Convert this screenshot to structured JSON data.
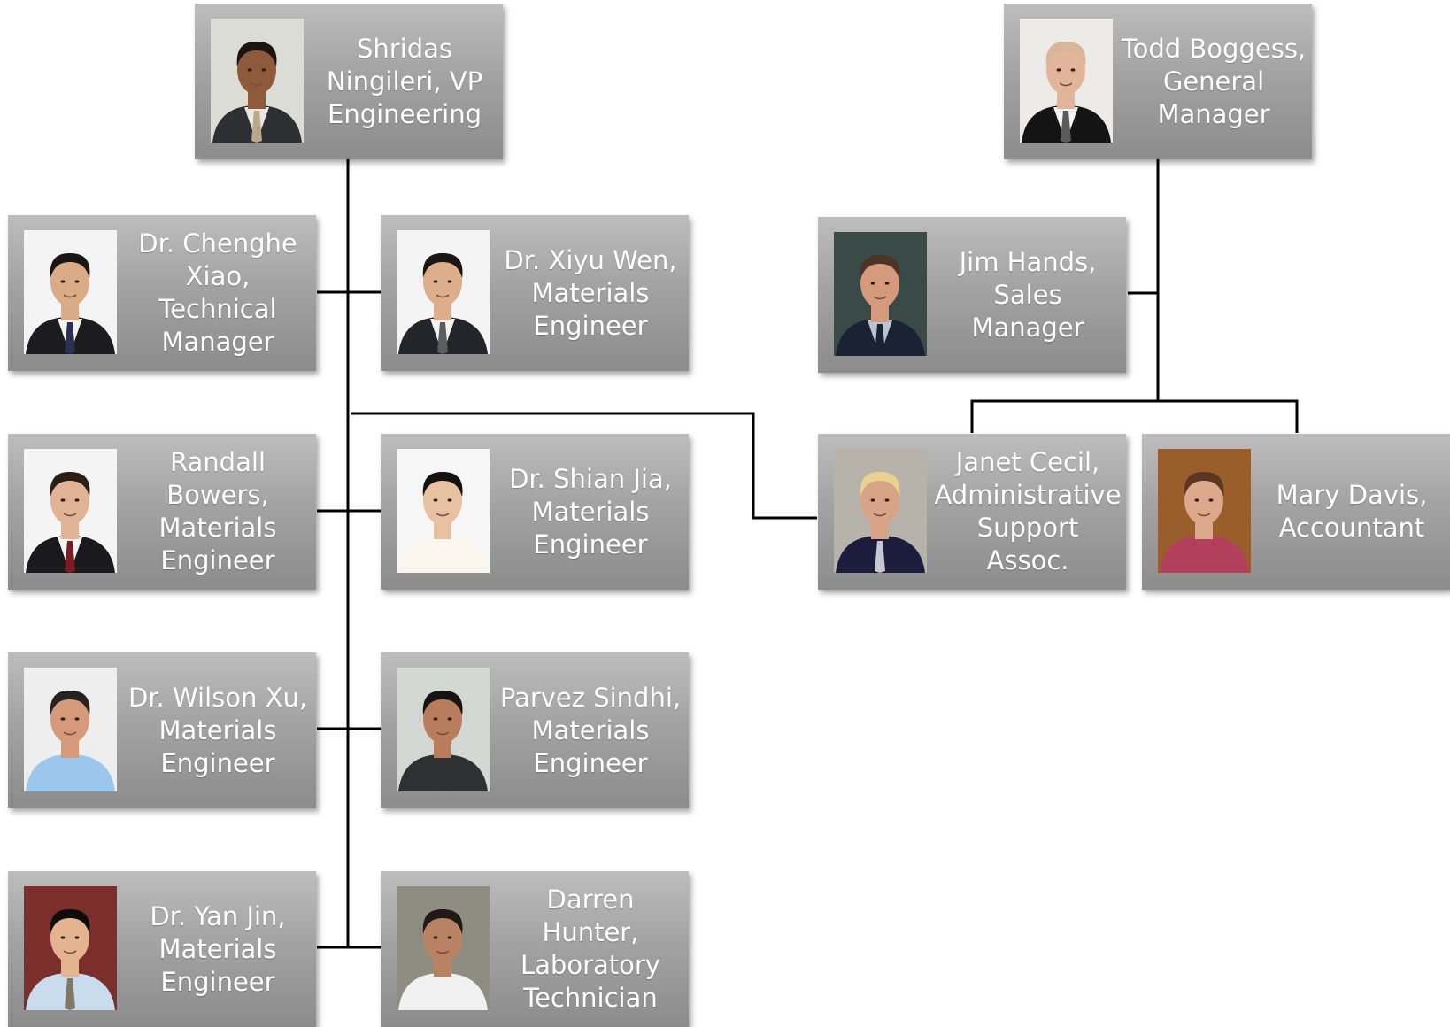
{
  "people": {
    "ningileri": {
      "name": "Shridas Ningileri, VP Engineering",
      "bg": "#dcdcd6",
      "skin": "#8d5a3b",
      "hair": "#1c1410",
      "shirt": "#e8e6df",
      "jacket": "#2d2f33",
      "tie": "#b9a889"
    },
    "boggess": {
      "name": "Todd Boggess, General Manager",
      "bg": "#ecebe8",
      "skin": "#e2b59b",
      "hair": "#d9b59a",
      "shirt": "#f4f4f4",
      "jacket": "#141414",
      "tie": "#5a5a5a"
    },
    "xiao": {
      "name": "Dr. Chenghe Xiao, Technical Manager",
      "bg": "#f4f4f4",
      "skin": "#d9ab86",
      "hair": "#1a1614",
      "shirt": "#f2f2f2",
      "jacket": "#1c1c1f",
      "tie": "#2d2f52"
    },
    "wen": {
      "name": "Dr. Xiyu Wen, Materials Engineer",
      "bg": "#f4f4f4",
      "skin": "#dcae8c",
      "hair": "#1a1614",
      "shirt": "#f2f2f2",
      "jacket": "#24252a",
      "tie": "#5d5d5d"
    },
    "hands": {
      "name": "Jim Hands, Sales Manager",
      "bg": "#3a4a46",
      "skin": "#d59a7c",
      "hair": "#4a3526",
      "shirt": "#b8c7cf",
      "jacket": "#1b2233",
      "tie": "#1b2233"
    },
    "bowers": {
      "name": "Randall Bowers, Materials Engineer",
      "bg": "#f4f4f4",
      "skin": "#e0b395",
      "hair": "#2b1e16",
      "shirt": "#f3f3f3",
      "jacket": "#1a1a1e",
      "tie": "#7a1d22"
    },
    "jia": {
      "name": "Dr. Shian Jia, Materials Engineer",
      "bg": "#f6f6f6",
      "skin": "#e8c1a0",
      "hair": "#151311",
      "shirt": "#fbf7ef",
      "jacket": "#fbf7ef",
      "tie": "#fbf7ef"
    },
    "cecil": {
      "name": "Janet Cecil, Administrative Support Assoc.",
      "bg": "#b7b3ab",
      "skin": "#d8a487",
      "hair": "#e9d28f",
      "shirt": "#1c1d3d",
      "jacket": "#1c1d3d",
      "tie": "#c8c8d0"
    },
    "davis": {
      "name": "Mary Davis, Accountant",
      "bg": "#9a5d2c",
      "skin": "#dda98d",
      "hair": "#5a3822",
      "shirt": "#b23f5c",
      "jacket": "#b23f5c",
      "tie": "#b23f5c"
    },
    "xu": {
      "name": "Dr. Wilson Xu, Materials Engineer",
      "bg": "#eeeeee",
      "skin": "#d49a7a",
      "hair": "#26221f",
      "shirt": "#9cc6ec",
      "jacket": "#9cc6ec",
      "tie": "#9cc6ec"
    },
    "sindhi": {
      "name": "Parvez Sindhi, Materials Engineer",
      "bg": "#d4d8d4",
      "skin": "#b77d5c",
      "hair": "#161311",
      "shirt": "#2f3031",
      "jacket": "#2f3031",
      "tie": "#2f3031"
    },
    "jin": {
      "name": "Dr. Yan Jin, Materials Engineer",
      "bg": "#7b2e2c",
      "skin": "#e4b490",
      "hair": "#0f0d0c",
      "shirt": "#c9dcee",
      "jacket": "#c9dcee",
      "tie": "#7f7866"
    },
    "hunter": {
      "name": "Darren Hunter, Laboratory Technician",
      "bg": "#8e8d82",
      "skin": "#b98263",
      "hair": "#201915",
      "shirt": "#f0f0f0",
      "jacket": "#f0f0f0",
      "tie": "#f0f0f0"
    }
  },
  "colors": {
    "card_top": "#bdbdbd",
    "card_bottom": "#8c8c8c",
    "card_text": "#ffffff",
    "connector": "#000000"
  }
}
